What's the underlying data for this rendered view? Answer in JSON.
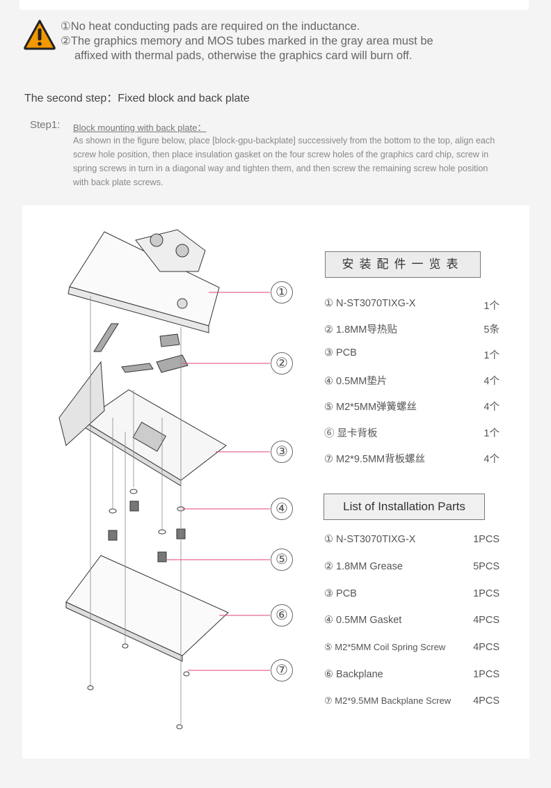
{
  "warning": {
    "line1": "①No heat conducting pads are required on the inductance.",
    "line2": "②The graphics memory and MOS tubes marked in the gray area must be",
    "line3": "affixed with thermal pads, otherwise the graphics card will burn off."
  },
  "section_title": "The second step：Fixed block and back plate",
  "step1": {
    "label": "Step1:",
    "heading": "Block mounting with back plate：",
    "body": "As shown in the figure below, place [block-gpu-backplate] successively from the bottom to the top, align each screw hole position, then place insulation gasket on the four screw holes of the graphics card chip, screw in spring screws in turn in a diagonal way and tighten them, and then screw the remaining screw hole position with back plate screws."
  },
  "callouts": [
    "①",
    "②",
    "③",
    "④",
    "⑤",
    "⑥",
    "⑦"
  ],
  "parts_cn": {
    "title": "安装配件一览表",
    "items": [
      {
        "name": "① N-ST3070TIXG-X",
        "qty": "1个"
      },
      {
        "name": "② 1.8MM导热贴",
        "qty": "5条"
      },
      {
        "name": "③ PCB",
        "qty": "1个"
      },
      {
        "name": "④ 0.5MM垫片",
        "qty": "4个"
      },
      {
        "name": "⑤ M2*5MM弹簧螺丝",
        "qty": "4个"
      },
      {
        "name": "⑥ 显卡背板",
        "qty": "1个"
      },
      {
        "name": "⑦ M2*9.5MM背板螺丝",
        "qty": "4个"
      }
    ]
  },
  "parts_en": {
    "title": "List of Installation Parts",
    "items": [
      {
        "name": "① N-ST3070TIXG-X",
        "qty": "1PCS"
      },
      {
        "name": "② 1.8MM Grease",
        "qty": "5PCS"
      },
      {
        "name": "③ PCB",
        "qty": "1PCS"
      },
      {
        "name": "④ 0.5MM Gasket",
        "qty": "4PCS"
      },
      {
        "name": "⑤ M2*5MM Coil Spring Screw",
        "qty": "4PCS"
      },
      {
        "name": "⑥ Backplane",
        "qty": "1PCS"
      },
      {
        "name": "⑦ M2*9.5MM Backplane Screw",
        "qty": "4PCS"
      }
    ]
  },
  "colors": {
    "warning": "#f39800",
    "leader": "#e0407a"
  }
}
